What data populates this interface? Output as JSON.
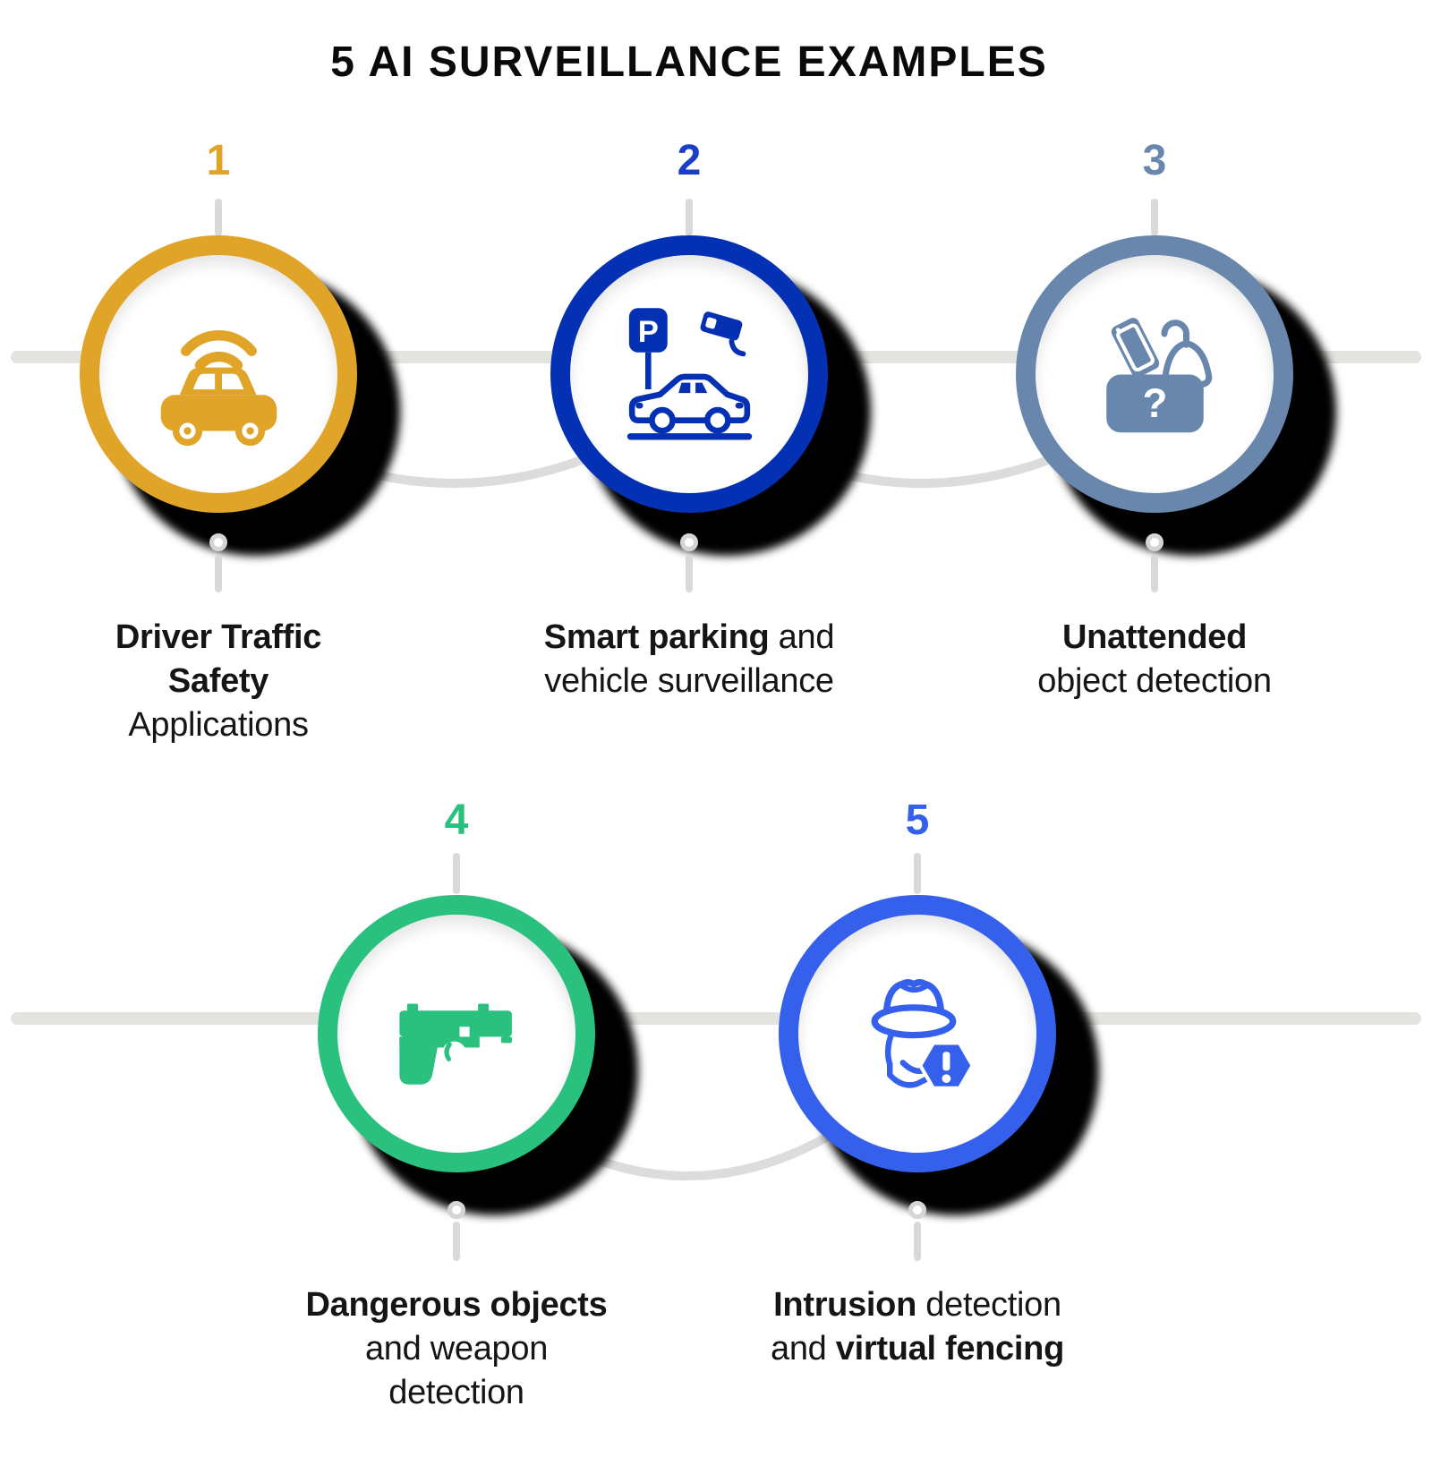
{
  "title": "5 AI SURVEILLANCE EXAMPLES",
  "colors": {
    "gold": "#E0A428",
    "navy": "#0431B4",
    "slate": "#6986AC",
    "green": "#2AC17F",
    "blue": "#3560EC",
    "connector_gray": "#D9D9D9",
    "timeline_gray": "#E3E4E0",
    "arc_gray": "#DCDCDC",
    "shadow": "#000000",
    "text": "#151515"
  },
  "items": [
    {
      "number": "1",
      "color": "#E0A428",
      "number_color": "#E0A428",
      "icon": "connected-car-wifi-icon",
      "label": [
        [
          "Driver Traffic"
        ],
        [
          "Safety"
        ],
        [
          "Applications"
        ]
      ]
    },
    {
      "number": "2",
      "color": "#0431B4",
      "number_color": "#1A3FC6",
      "icon": "smart-parking-camera-icon",
      "label": [
        [
          "Smart parking",
          " and"
        ],
        [
          "vehicle surveillance"
        ]
      ]
    },
    {
      "number": "3",
      "color": "#6986AC",
      "number_color": "#6986AC",
      "icon": "unattended-bag-icon",
      "label": [
        [
          "Unattended"
        ],
        [
          "object detection"
        ]
      ]
    },
    {
      "number": "4",
      "color": "#2AC17F",
      "number_color": "#2AC17F",
      "icon": "handgun-icon",
      "label": [
        [
          "Dangerous objects"
        ],
        [
          "and weapon"
        ],
        [
          "detection"
        ]
      ]
    },
    {
      "number": "5",
      "color": "#3560EC",
      "number_color": "#3560EC",
      "icon": "spy-intruder-alert-icon",
      "label": [
        [
          "Intrusion",
          " detection"
        ],
        [
          "and ",
          "virtual fencing"
        ]
      ]
    }
  ]
}
